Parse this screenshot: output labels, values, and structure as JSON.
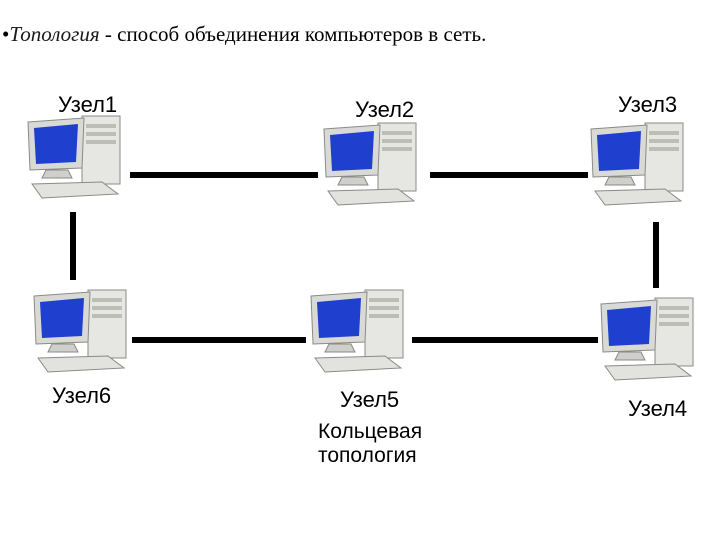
{
  "header": {
    "bullet": "•",
    "term": "Топология",
    "rest": " - способ объединения компьютеров в сеть."
  },
  "nodes": [
    {
      "id": "node1",
      "label": "Узел1"
    },
    {
      "id": "node2",
      "label": "Узел2"
    },
    {
      "id": "node3",
      "label": "Узел3"
    },
    {
      "id": "node4",
      "label": "Узел4"
    },
    {
      "id": "node5",
      "label": "Узел5"
    },
    {
      "id": "node6",
      "label": "Узел6"
    }
  ],
  "caption": {
    "line1": "Кольцевая",
    "line2": "топология"
  },
  "colors": {
    "link": "#000000",
    "screen": "#1f3fcf",
    "case": "#e8e8e4"
  }
}
